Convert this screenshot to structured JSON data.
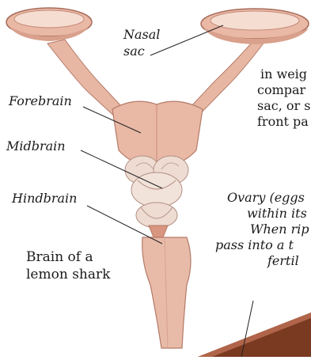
{
  "labels": {
    "nasal_sac": [
      "Nasal",
      "sac"
    ],
    "forebrain": "Forebrain",
    "midbrain": "Midbrain",
    "hindbrain": "Hindbrain"
  },
  "caption": [
    "Brain of a",
    "lemon shark"
  ],
  "body_text_fragments": [
    "in weig",
    "compar",
    "sac, or s",
    "front pa"
  ],
  "ovary_caption_fragments": [
    "Ovary (eggs",
    "within its",
    "When rip",
    "pass into a t",
    "fertil"
  ],
  "colors": {
    "tissue": "#e7b7a4",
    "tissue_dark": "#c98b78",
    "tissue_light": "#f4d9cc",
    "wood": "#7a3a22"
  }
}
